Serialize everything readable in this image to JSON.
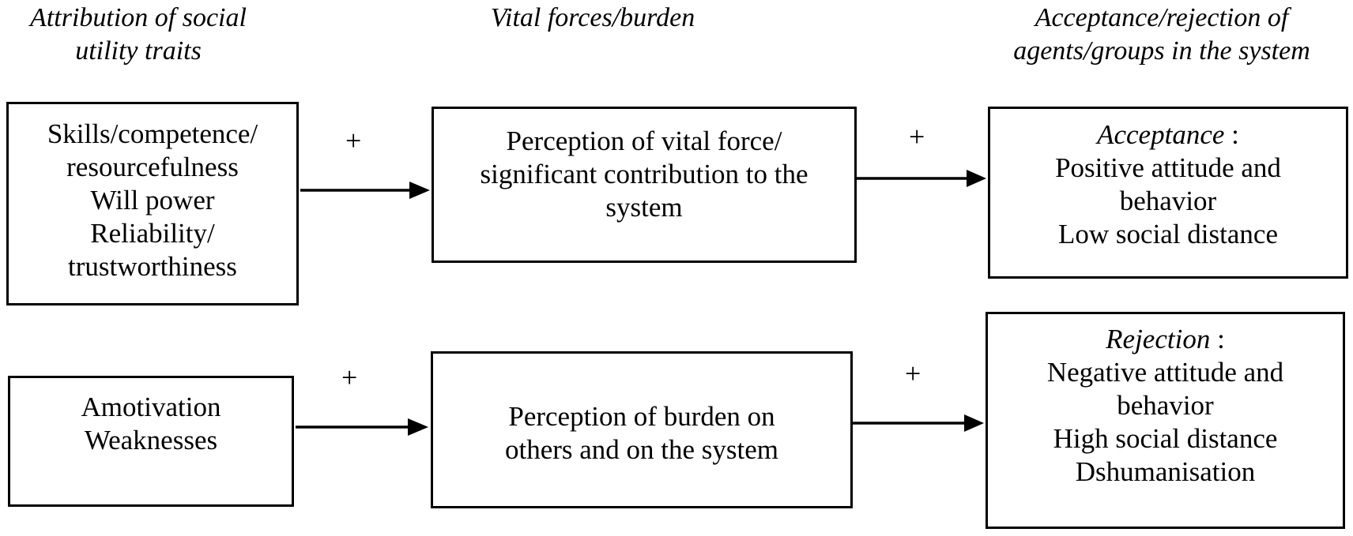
{
  "headers": {
    "col1": [
      "Attribution of social",
      "utility traits"
    ],
    "col2": [
      "Vital forces/burden"
    ],
    "col3": [
      "Acceptance/rejection  of",
      "agents/groups in the system"
    ]
  },
  "boxes": {
    "traits_positive": [
      "Skills/competence/",
      "resourcefulness",
      "Will power",
      "Reliability/",
      "trustworthiness"
    ],
    "vital_force": [
      "Perception of vital force/",
      "significant contribution to the",
      "system"
    ],
    "acceptance": {
      "title": "Acceptance",
      "colon": " :",
      "lines": [
        "Positive attitude and",
        "behavior",
        "Low social distance"
      ]
    },
    "traits_negative": [
      "Amotivation",
      "Weaknesses"
    ],
    "burden": [
      "Perception of burden on",
      "others and on the system"
    ],
    "rejection": {
      "title": "Rejection",
      "colon": " :",
      "lines": [
        "Negative  attitude and",
        "behavior",
        "High social distance",
        "Dshumanisation"
      ]
    }
  },
  "signs": {
    "top_left": "+",
    "top_right": "+",
    "bottom_left": "+",
    "bottom_right": "+"
  },
  "colors": {
    "stroke": "#000000",
    "background": "#ffffff"
  }
}
